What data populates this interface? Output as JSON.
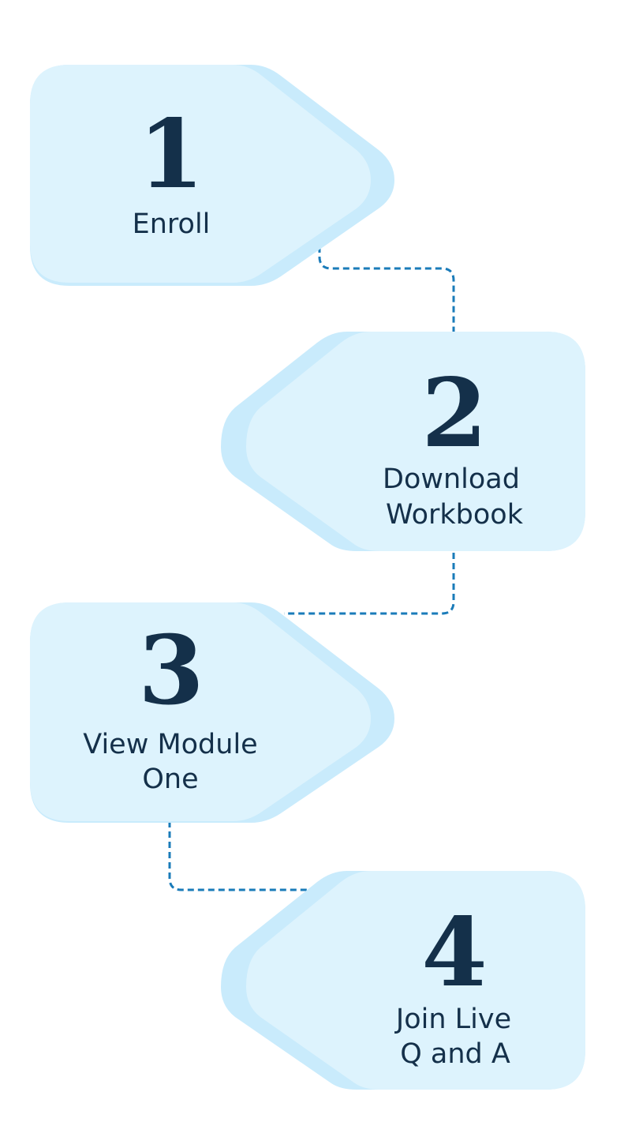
{
  "colors": {
    "card_fill": "#DDF3FD",
    "card_shadow": "#C9EBFC",
    "text": "#14304A",
    "connector": "#1A7BB9",
    "background": "#FFFFFF"
  },
  "steps": [
    {
      "number": "1",
      "label_lines": [
        "Enroll"
      ]
    },
    {
      "number": "2",
      "label_lines": [
        "Download",
        "Workbook"
      ]
    },
    {
      "number": "3",
      "label_lines": [
        "View Module",
        "One"
      ]
    },
    {
      "number": "4",
      "label_lines": [
        "Join Live",
        "Q and A"
      ]
    }
  ]
}
